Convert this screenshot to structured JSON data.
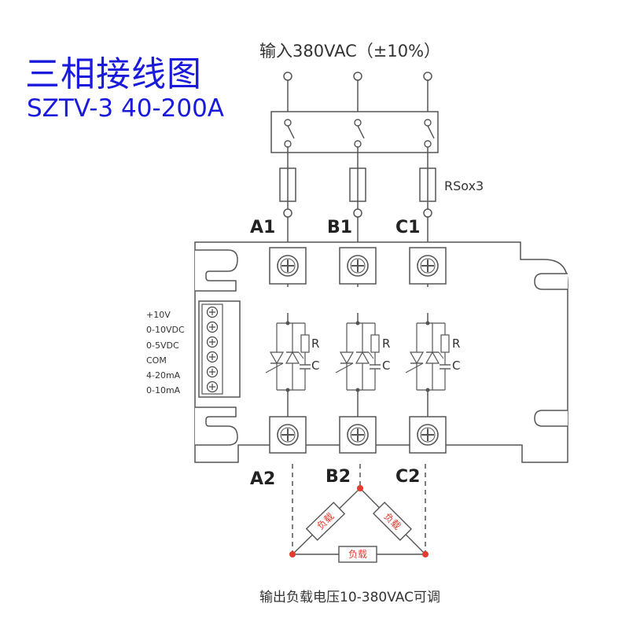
{
  "title": "三相接线图",
  "model": "SZTV-3 40-200A",
  "input_label": "输入380VAC（±10%）",
  "fuse_label": "RSox3",
  "phases_top": [
    "A1",
    "B1",
    "C1"
  ],
  "phases_bottom": [
    "A2",
    "B2",
    "C2"
  ],
  "control_labels": [
    "+10V",
    "0-10VDC",
    "0-5VDC",
    "COM",
    "4-20mA",
    "0-10mA"
  ],
  "rc": {
    "r": "R",
    "c": "C"
  },
  "loads": [
    "负载",
    "负载",
    "负载"
  ],
  "output_label": "输出负载电压10-380VAC可调",
  "colors": {
    "title": "#1a1adc",
    "load": "#e23b2e",
    "line": "#555555"
  }
}
